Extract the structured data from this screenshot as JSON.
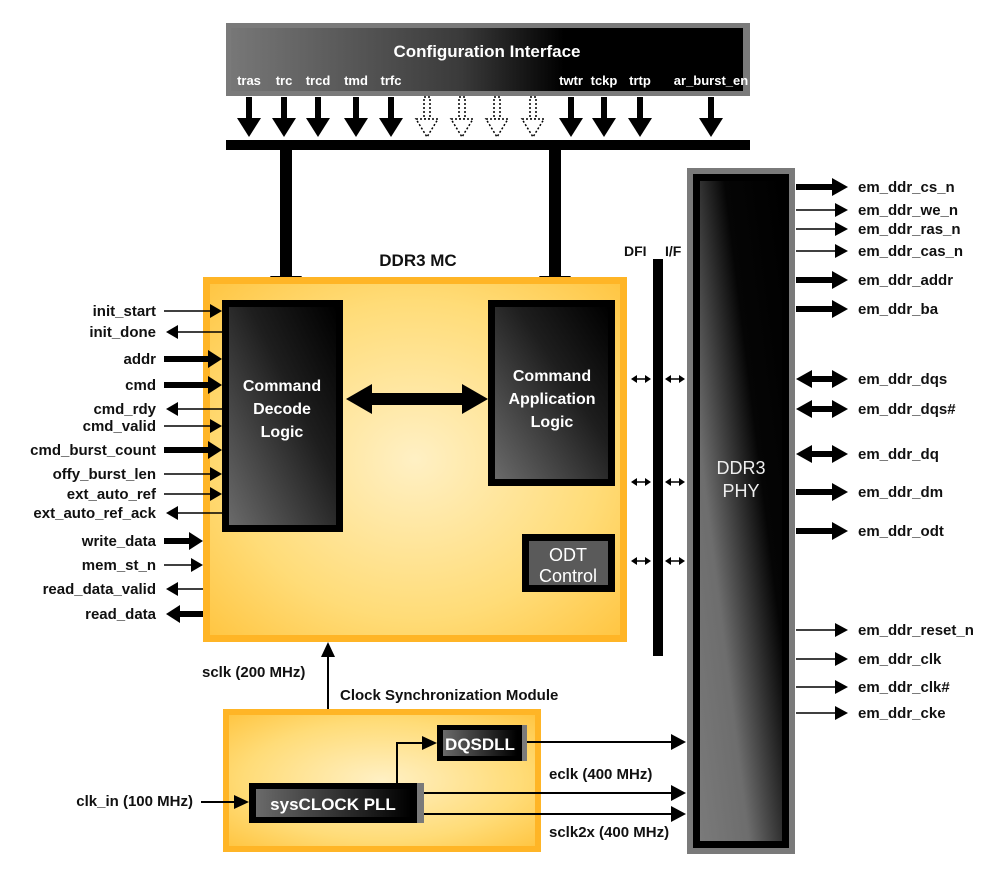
{
  "config_interface": {
    "title": "Configuration Interface",
    "params": [
      "tras",
      "trc",
      "trcd",
      "tmd",
      "trfc",
      "twtr",
      "tckp",
      "trtp",
      "ar_burst_en"
    ],
    "reserved_arrow_count": 4
  },
  "mc": {
    "title": "DDR3 MC",
    "decode_block": [
      "Command",
      "Decode",
      "Logic"
    ],
    "app_block": [
      "Command",
      "Application",
      "Logic"
    ],
    "odt_block": [
      "ODT",
      "Control"
    ]
  },
  "dfi": {
    "label_left": "DFI",
    "label_right": "I/F"
  },
  "phy": {
    "title_line1": "DDR3",
    "title_line2": "PHY"
  },
  "left_signals": [
    {
      "name": "init_start",
      "dir": "in",
      "bus": false
    },
    {
      "name": "init_done",
      "dir": "out",
      "bus": false
    },
    {
      "name": "addr",
      "dir": "in",
      "bus": true
    },
    {
      "name": "cmd",
      "dir": "in",
      "bus": true
    },
    {
      "name": "cmd_rdy",
      "dir": "out",
      "bus": false
    },
    {
      "name": "cmd_valid",
      "dir": "in",
      "bus": false
    },
    {
      "name": "cmd_burst_count",
      "dir": "in",
      "bus": true
    },
    {
      "name": "offy_burst_len",
      "dir": "in",
      "bus": false
    },
    {
      "name": "ext_auto_ref",
      "dir": "in",
      "bus": false
    },
    {
      "name": "ext_auto_ref_ack",
      "dir": "out",
      "bus": false
    },
    {
      "name": "write_data",
      "dir": "in",
      "bus": true
    },
    {
      "name": "mem_st_n",
      "dir": "in",
      "bus": false
    },
    {
      "name": "read_data_valid",
      "dir": "out",
      "bus": false
    },
    {
      "name": "read_data",
      "dir": "out",
      "bus": true
    }
  ],
  "right_signals": [
    {
      "name": "em_ddr_cs_n",
      "dir": "out",
      "bus": true
    },
    {
      "name": "em_ddr_we_n",
      "dir": "out",
      "bus": false
    },
    {
      "name": "em_ddr_ras_n",
      "dir": "out",
      "bus": false
    },
    {
      "name": "em_ddr_cas_n",
      "dir": "out",
      "bus": false
    },
    {
      "name": "em_ddr_addr",
      "dir": "out",
      "bus": true
    },
    {
      "name": "em_ddr_ba",
      "dir": "out",
      "bus": true
    },
    {
      "name": "em_ddr_dqs",
      "dir": "bi",
      "bus": true
    },
    {
      "name": "em_ddr_dqs#",
      "dir": "bi",
      "bus": true
    },
    {
      "name": "em_ddr_dq",
      "dir": "bi",
      "bus": true
    },
    {
      "name": "em_ddr_dm",
      "dir": "out",
      "bus": true
    },
    {
      "name": "em_ddr_odt",
      "dir": "out",
      "bus": true
    },
    {
      "name": "em_ddr_reset_n",
      "dir": "out",
      "bus": false
    },
    {
      "name": "em_ddr_clk",
      "dir": "out",
      "bus": false
    },
    {
      "name": "em_ddr_clk#",
      "dir": "out",
      "bus": false
    },
    {
      "name": "em_ddr_cke",
      "dir": "out",
      "bus": false
    }
  ],
  "clock": {
    "module_title": "Clock Synchronization Module",
    "pll": "sysCLOCK PLL",
    "dll": "DQSDLL",
    "clk_in": "clk_in (100 MHz)",
    "sclk": "sclk (200 MHz)",
    "eclk": "eclk (400 MHz)",
    "sclk2x": "sclk2x (400 MHz)"
  },
  "colors": {
    "orange_border": "#f9a825",
    "orange_light": "#ffe9a8",
    "block_dark": "#1a1a1a",
    "block_grey": "#6e6e6e"
  }
}
